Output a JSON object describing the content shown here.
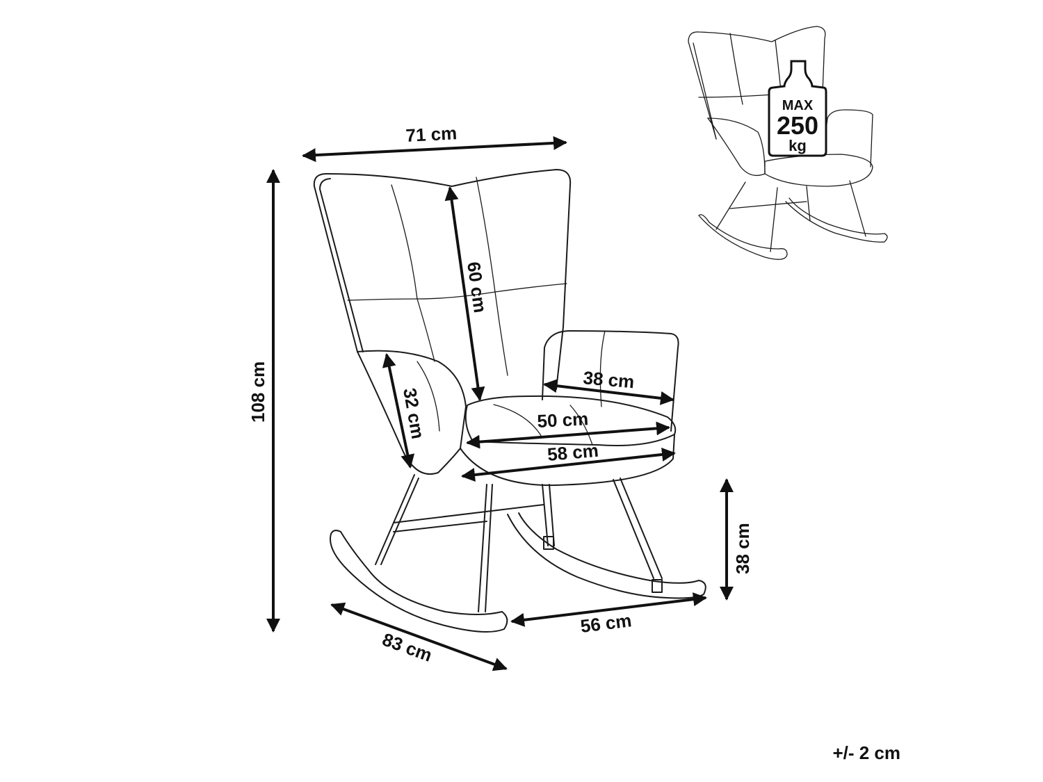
{
  "dimensions": {
    "width": "71 cm",
    "height": "108 cm",
    "backrest": "60 cm",
    "armrest_height": "32 cm",
    "armrest_depth": "38 cm",
    "seat_width": "50 cm",
    "seat_depth": "58 cm",
    "depth": "83 cm",
    "base_width": "56 cm",
    "seat_height": "38 cm"
  },
  "load_badge": {
    "line1": "MAX",
    "line2": "250",
    "line3": "kg"
  },
  "tolerance": "+/- 2 cm",
  "icons": [
    "rocking-chair-drawing",
    "weight-bottle-icon"
  ],
  "colors": {
    "line": "#1a1a1a",
    "background": "#ffffff"
  }
}
